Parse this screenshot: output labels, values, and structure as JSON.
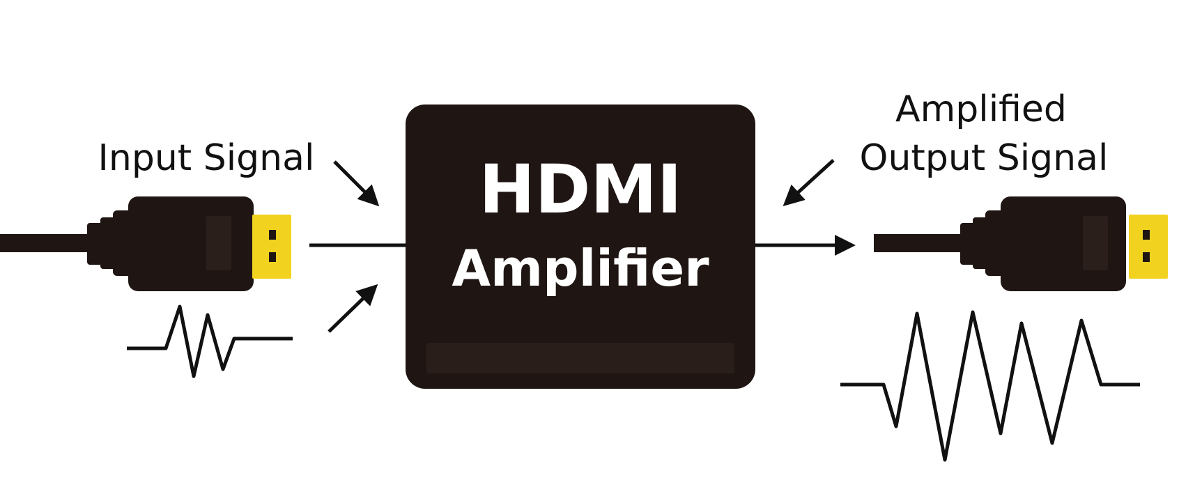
{
  "diagram": {
    "input_label": "Input Signal",
    "output_label_line1": "Amplified",
    "output_label_line2": "Output Signal",
    "device_title": "HDMI",
    "device_subtitle": "Amplifier"
  },
  "colors": {
    "background": "#ffffff",
    "device_body": "#1f1613",
    "device_text": "#ffffff",
    "connector_body": "#1f1613",
    "connector_tip": "#f1d21e",
    "line": "#111111"
  },
  "icons": [
    "hdmi-connector-icon",
    "arrow-icon",
    "waveform-icon"
  ]
}
